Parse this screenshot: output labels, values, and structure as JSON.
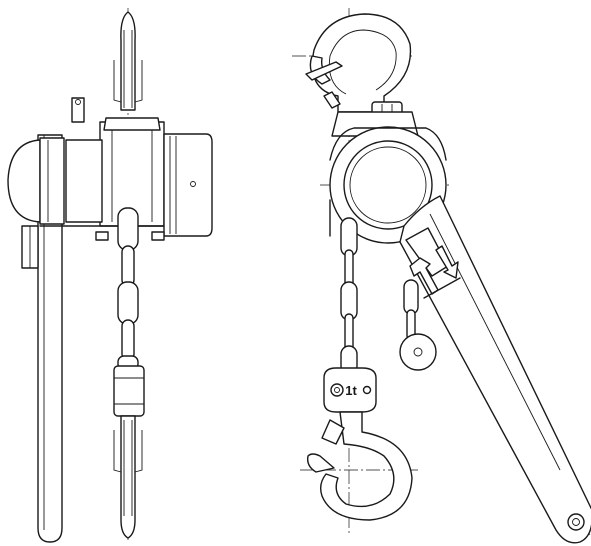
{
  "figure": {
    "body_label": "1t",
    "line_color": "#1a1a1a",
    "background_color": "#ffffff",
    "views": [
      "side-view",
      "front-view"
    ]
  }
}
